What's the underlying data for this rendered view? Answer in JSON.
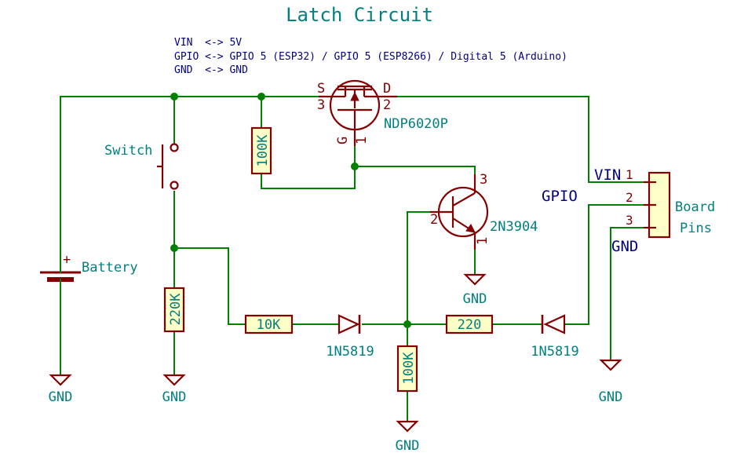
{
  "title": "Latch Circuit",
  "legend": [
    "VIN  <-> 5V",
    "GPIO <-> GPIO 5 (ESP32) / GPIO 5 (ESP8266) / Digital 5 (Arduino)",
    "GND  <-> GND"
  ],
  "mosfet": {
    "name": "NDP6020P",
    "pin_s": "S",
    "pin_d": "D",
    "pin_g": "G",
    "num_3": "3",
    "num_2": "2",
    "num_1": "1"
  },
  "transistor": {
    "name": "2N3904",
    "num_3": "3",
    "num_2": "2",
    "num_1": "1"
  },
  "switch": {
    "label": "Switch"
  },
  "battery": {
    "label": "Battery",
    "plus": "+"
  },
  "resistors": {
    "r_gate": "100K",
    "r_pulldown": "220K",
    "r_base": "10K",
    "r_base_gnd": "100K",
    "r_gpio": "220"
  },
  "diodes": {
    "d1": "1N5819",
    "d2": "1N5819"
  },
  "connector": {
    "label_line1": "Board",
    "label_line2": "Pins",
    "pins": [
      "1",
      "2",
      "3"
    ],
    "net_labels": [
      "VIN",
      "GPIO",
      "GND"
    ]
  },
  "gnd_label": "GND"
}
